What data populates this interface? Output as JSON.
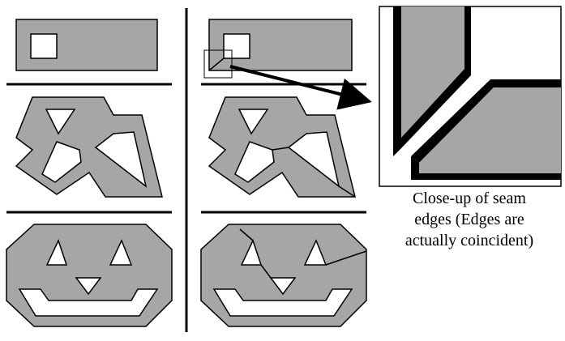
{
  "caption": {
    "line1": "Close-up of seam",
    "line2": "edges  (Edges are",
    "line3": "actually coincident)"
  },
  "colors": {
    "fill": "#a6a6a6",
    "stroke": "#000000",
    "background": "#ffffff"
  }
}
